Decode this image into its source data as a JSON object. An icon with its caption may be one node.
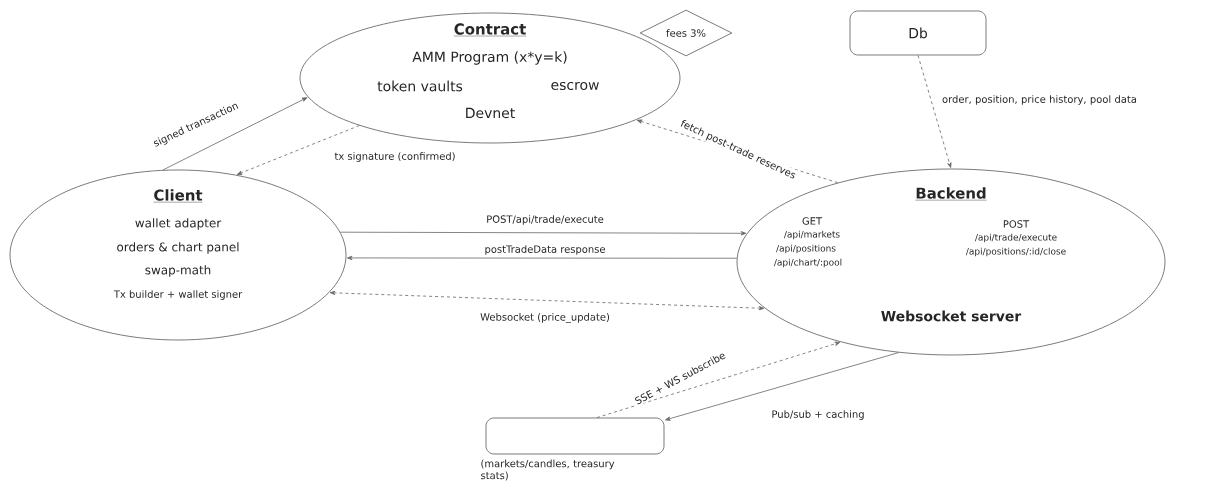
{
  "diagram": {
    "nodes": [
      {
        "text": [
          "Contract",
          "AMM Program (x*y=k)",
          "token vaults",
          "escrow",
          "Devnet"
        ]
      },
      {
        "text": [
          "fees 3%"
        ]
      },
      {
        "text": [
          "Db"
        ]
      },
      {
        "text": [
          "Client",
          "wallet adapter",
          "orders & chart panel",
          "swap-math",
          "Tx builder + wallet signer"
        ]
      },
      {
        "text": [
          "Backend",
          "GET",
          "/api/markets",
          "/api/positions",
          "/api/chart/:pool",
          "POST",
          "/api/trade/execute",
          "/api/positions/:id/close",
          "Websocket server"
        ]
      },
      {
        "text": [],
        "shape": "box",
        "beside": [
          "(markets/candles, treasury stats)"
        ]
      }
    ],
    "edges": [
      {
        "from": 3,
        "to": 0,
        "arrow": "to",
        "label": "signed transaction"
      },
      {
        "from": 0,
        "to": 3,
        "arrow": "to",
        "label": "tx signature (confirmed)",
        "style": "dashed"
      },
      {
        "from": 4,
        "to": 0,
        "arrow": "to",
        "label": "fetch post-trade reserves",
        "style": "dashed"
      },
      {
        "from": 2,
        "to": 4,
        "arrow": "to",
        "label": "order, position, price history, pool data",
        "style": "dashed"
      },
      {
        "from": 3,
        "to": 4,
        "arrow": "to",
        "label": "POST/api/trade/execute"
      },
      {
        "from": 4,
        "to": 3,
        "arrow": "to",
        "label": "postTradeData response"
      },
      {
        "from": 3,
        "to": 4,
        "arrow": "both",
        "label": "Websocket (price_update)",
        "style": "dashed"
      },
      {
        "from": 5,
        "to": 4,
        "arrow": "to",
        "label": "SSE + WS subscribe",
        "style": "dashed"
      },
      {
        "from": 4,
        "to": 5,
        "arrow": "to",
        "label": "Pub/sub + caching"
      }
    ]
  }
}
